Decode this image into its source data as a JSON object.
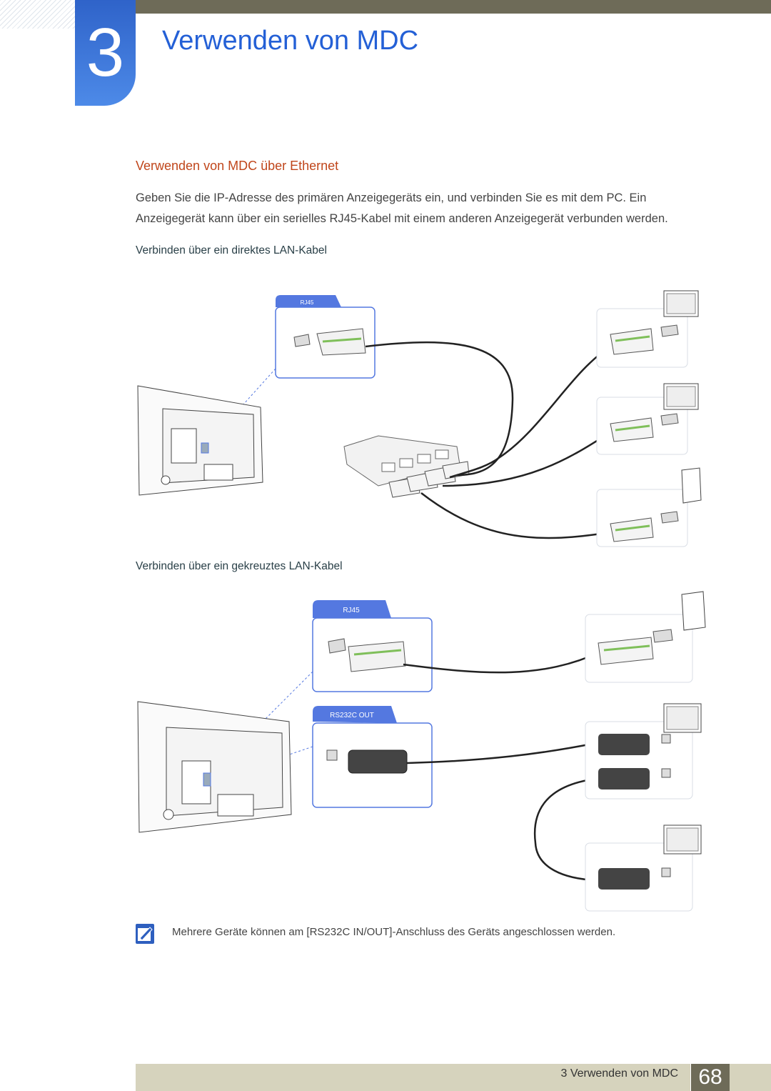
{
  "chapter": {
    "number": "3",
    "title": "Verwenden von MDC"
  },
  "section": {
    "title": "Verwenden von MDC über Ethernet"
  },
  "intro": "Geben Sie die IP-Adresse des primären Anzeigegeräts ein, und verbinden Sie es mit dem PC. Ein Anzeigegerät kann über ein serielles RJ45-Kabel mit einem anderen Anzeigegerät verbunden werden.",
  "subsections": [
    {
      "title": "Verbinden über ein direktes LAN-Kabel"
    },
    {
      "title": "Verbinden über ein gekreuztes LAN-Kabel"
    }
  ],
  "diagram1": {
    "port_tab": "RJ45"
  },
  "diagram2": {
    "port_tab_rj45": "RJ45",
    "port_tab_rs232": "RS232C OUT"
  },
  "note": "Mehrere Geräte können am [RS232C IN/OUT]-Anschluss des Geräts angeschlossen werden.",
  "footer": {
    "label": "3 Verwenden von MDC",
    "page": "68"
  },
  "colors": {
    "accent_blue": "#2460d6",
    "section_orange": "#c0461b",
    "bar_dark": "#6e6b58",
    "bar_light": "#d6d3bd",
    "tab_blue": "#5478e0"
  }
}
